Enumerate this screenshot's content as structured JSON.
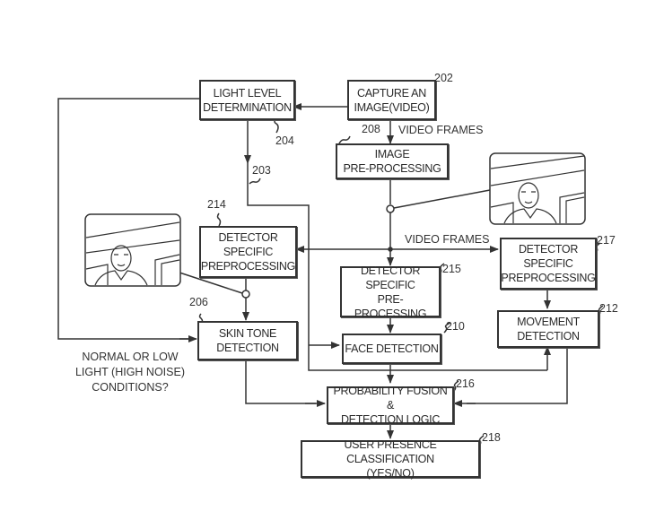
{
  "nodes": {
    "capture": {
      "text": "CAPTURE AN\nIMAGE(VIDEO)",
      "ref": "202"
    },
    "light": {
      "text": "LIGHT LEVEL\nDETERMINATION",
      "ref": "204"
    },
    "image_pre": {
      "text": "IMAGE\nPRE-PROCESSING",
      "ref": "208"
    },
    "det_pre_left": {
      "text": "DETECTOR\nSPECIFIC\nPREPROCESSING",
      "ref": "214"
    },
    "det_pre_mid": {
      "text": "DETECTOR\nSPECIFIC\nPRE-PROCESSING",
      "ref": "215"
    },
    "det_pre_right": {
      "text": "DETECTOR\nSPECIFIC\nPREPROCESSING",
      "ref": "217"
    },
    "skin": {
      "text": "SKIN TONE\nDETECTION",
      "ref": "206"
    },
    "face": {
      "text": "FACE DETECTION",
      "ref": "210"
    },
    "movement": {
      "text": "MOVEMENT\nDETECTION",
      "ref": "212"
    },
    "fusion": {
      "text": "PROBABILITY FUSION &\nDETECTION LOGIC",
      "ref": "216"
    },
    "classification": {
      "text": "USER PRESENCE CLASSIFICATION\n(YES/NO)",
      "ref": "218"
    }
  },
  "labels": {
    "video_frames_top": "VIDEO FRAMES",
    "video_frames_mid": "VIDEO FRAMES",
    "ref_203": "203",
    "condition": "NORMAL OR LOW\nLIGHT (HIGH NOISE)\nCONDITIONS?"
  },
  "images": {
    "left": "person-in-room-illustration",
    "right": "person-in-room-illustration"
  }
}
